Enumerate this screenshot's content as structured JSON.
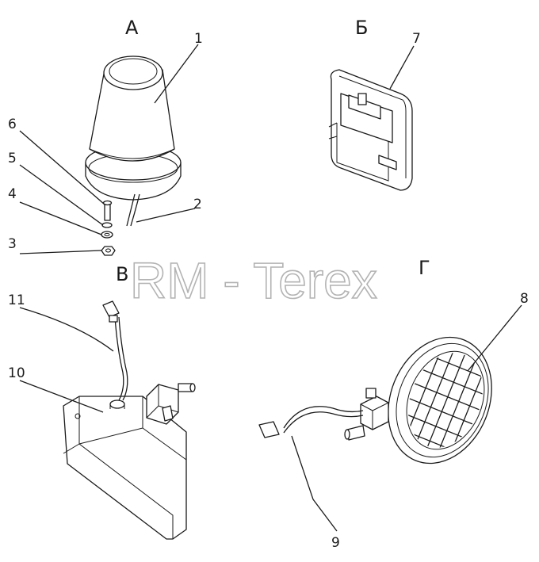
{
  "sections": {
    "A": "А",
    "B": "Б",
    "V": "В",
    "G": "Г"
  },
  "callouts": {
    "c1": "1",
    "c2": "2",
    "c3": "3",
    "c4": "4",
    "c5": "5",
    "c6": "6",
    "c7": "7",
    "c8": "8",
    "c9": "9",
    "c10": "10",
    "c11": "11"
  },
  "watermark": "RM - Terex"
}
